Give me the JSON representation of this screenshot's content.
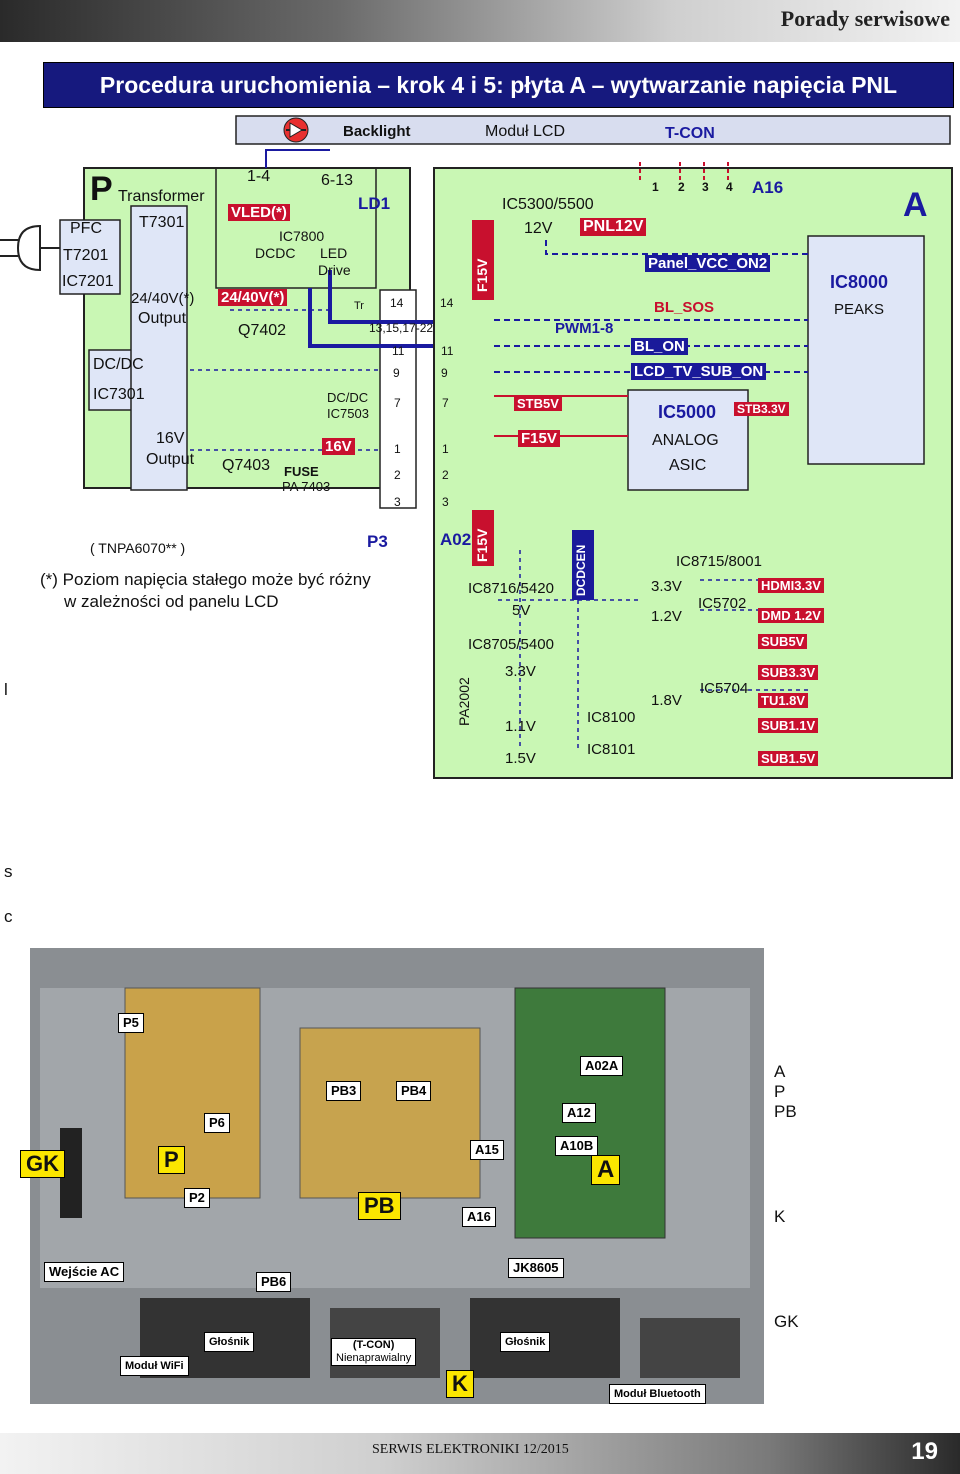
{
  "header": {
    "title": "Porady serwisowe"
  },
  "banner": {
    "title": "Procedura uruchomienia – krok 4 i 5: płyta A – wytwarzanie napięcia PNL"
  },
  "diagram": {
    "top": {
      "backlight": "Backlight",
      "modul_lcd": "Moduł LCD",
      "tcon": "T-CON"
    },
    "p_board": {
      "letter": "P",
      "transformer": "Transformer",
      "t7301": "T7301",
      "pfc": "PFC",
      "t7201": "T7201",
      "ic7201": "IC7201",
      "out2440": "24/40V(*)",
      "output": "Output",
      "dcdc": "DC/DC",
      "ic7301": "IC7301",
      "v16": "16V",
      "output2": "Output",
      "pins14": "1-4",
      "pins613": "6-13",
      "ld1": "LD1",
      "vled": "VLED(*)",
      "ic7800": "IC7800",
      "dcdc2": "DCDC",
      "led": "LED",
      "drive": "Drive",
      "out2440b": "24/40V(*)",
      "q7402": "Q7402",
      "tr": "Tr",
      "dcdc3": "DC/DC",
      "ic7503": "IC7503",
      "q7403": "Q7403",
      "fuse": "FUSE",
      "pa7403": "PA 7403",
      "v16b": "16V",
      "tnpa": "( TNPA6070** )",
      "p3": "P3"
    },
    "connectors": {
      "p14": "14",
      "p1317": "13,15,17-22",
      "p11": "11",
      "p9": "9",
      "p7": "7",
      "p1": "1",
      "p2": "2",
      "p3": "3"
    },
    "a_board": {
      "letter": "A",
      "a02": "A02",
      "f15v": "F15V",
      "f15v2": "F15V",
      "ic5300": "IC5300/5500",
      "v12": "12V",
      "pnl12v": "PNL12V",
      "pins": [
        "1",
        "2",
        "3",
        "4"
      ],
      "a16": "A16",
      "panel_vcc": "Panel_VCC_ON2",
      "bl_sos": "BL_SOS",
      "pwm": "PWM1-8",
      "bl_on": "BL_ON",
      "lcd_tv": "LCD_TV_SUB_ON",
      "stb5v": "STB5V",
      "ic5000": "IC5000",
      "stb33": "STB3.3V",
      "f15v3": "F15V",
      "analog": "ANALOG",
      "asic": "ASIC",
      "ic8000": "IC8000",
      "peaks": "PEAKS",
      "ic8716": "IC8716/5420",
      "v5": "5V",
      "dcdcen": "DCDCEN",
      "ic8715": "IC8715/8001",
      "v33": "3.3V",
      "hdmi33": "HDMI3.3V",
      "ic5702": "IC5702",
      "v12b": "1.2V",
      "dmd12": "DMD 1.2V",
      "ic8705": "IC8705/5400",
      "sub5v": "SUB5V",
      "pa2002": "PA2002",
      "v33b": "3.3V",
      "sub33": "SUB3.3V",
      "ic5704": "IC5704",
      "v18": "1.8V",
      "tu18": "TU1.8V",
      "v11": "1.1V",
      "ic8100": "IC8100",
      "sub11": "SUB1.1V",
      "v15": "1.5V",
      "ic8101": "IC8101",
      "sub15": "SUB1.5V"
    },
    "note": {
      "line1": "(*) Poziom napięcia stałego może być różny",
      "line2": "w zależności od panelu LCD"
    }
  },
  "side_fragments": {
    "l": "l",
    "s": "s",
    "c": "c",
    "a": "A",
    "p": "P",
    "pb": "PB",
    "k": "K",
    "gk": "GK"
  },
  "photo": {
    "labels": {
      "p5": "P5",
      "pb3": "PB3",
      "pb4": "PB4",
      "a02a": "A02A",
      "p6": "P6",
      "a12": "A12",
      "a15": "A15",
      "a10b": "A10B",
      "p2": "P2",
      "a16": "A16",
      "pb6": "PB6",
      "jk8605": "JK8605",
      "glosnik1": "Głośnik",
      "tcon1": "(T-CON)",
      "tcon2": "Nienaprawialny",
      "glosnik2": "Głośnik",
      "wifi": "Moduł WiFi",
      "bt": "Moduł Bluetooth",
      "wejscie": "Wejście AC"
    },
    "big_labels": {
      "gk": "GK",
      "p": "P",
      "pb": "PB",
      "a": "A",
      "k": "K"
    }
  },
  "footer": {
    "text": "SERWIS ELEKTRONIKI 12/2015",
    "page": "19"
  }
}
